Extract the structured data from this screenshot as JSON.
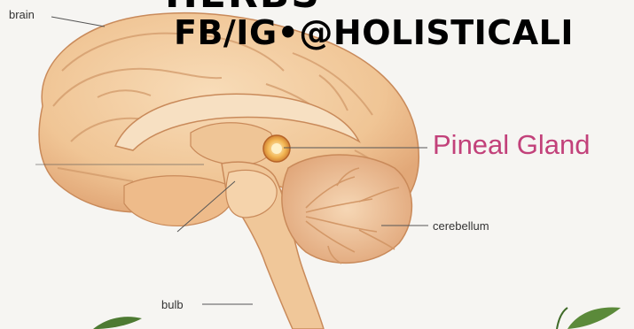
{
  "overlay": {
    "banner_text": "FB/IG•@HOLISTICALI",
    "banner_top_text": "HERBS",
    "color": "#000000"
  },
  "labels": {
    "brain": "brain",
    "pineal_gland": "Pineal Gland",
    "cerebellum": "cerebellum",
    "bulb": "bulb"
  },
  "colors": {
    "background": "#f6f5f2",
    "brain_fill": "#f2cfa3",
    "brain_shadow": "#d9a273",
    "accent_pineal": "#c2417a",
    "gland": "#e8a64a"
  },
  "icons": [
    "plant-leaf-icon"
  ]
}
